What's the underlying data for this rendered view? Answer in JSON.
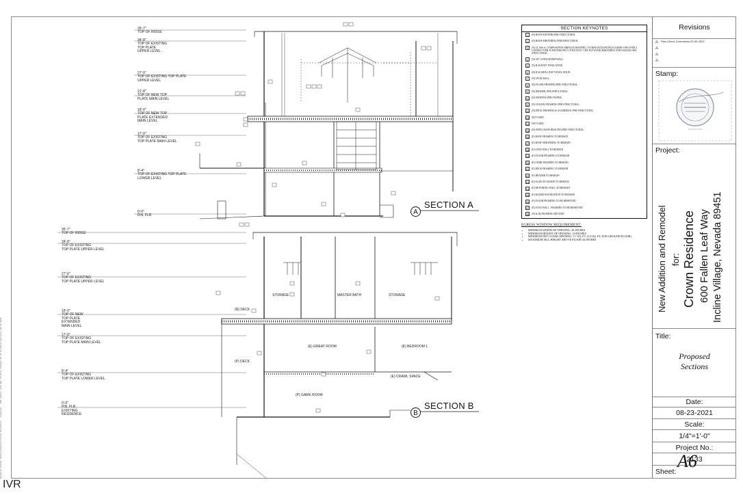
{
  "watermark": "IVR",
  "side_note": "Rendered Output Sheets/Addition/Crown Residence - Drawings - 600 Fallen Leaf Way Incline Village NV A6 Proposed Sections 08-23-2021",
  "section_a": {
    "title": "SECTION A",
    "bubble": "A",
    "elevations": [
      "35'-7\"\nTOP OF RIDGE",
      "34'-8\"\nTOP OF EXISTING\nTOP PLATE\nUPPER LEVEL",
      "27'-0\"\nTOP OF EXISTING TOP PLATE\nUPPER LEVEL",
      "21'-8\"\nTOP OF NEW TOP\nPLATE MAIN LEVEL",
      "18'-0\"\nTOP OF NEW TOP\nPLATE EXTENDED\nMAIN LEVEL",
      "17'-0\"\nTOP OF EXISTING\nTOP PLATE MAIN LEVEL",
      "8'-4\"\nTOP OF EXISTING TOP PLATE\nLOWER LEVEL",
      "0'-0\"\nFIN. FLR."
    ]
  },
  "section_b": {
    "title": "SECTION B",
    "bubble": "B",
    "elevations": [
      "35'-7\"\nTOP OF RIDGE",
      "34'-8\"\nTOP OF EXISTING\nTOP PLATE UPPER LEVEL",
      "27'-0\"\nTOP OF EXISTING\nTOP PLATE UPPER LEVEL",
      "18'-0\"\nTOP OF NEW\nTOP PLATE\nEXTENDED\nMAIN LEVEL",
      "17'-0\"\nTOP OF EXISTING\nTOP PLATE MAIN LEVEL",
      "8'-4\"\nTOP OF EXISTING\nTOP PLATE LOWER LEVEL",
      "0'-0\"\nFIN. FLR.\nEXISTING\nRESIDENCE"
    ],
    "rooms": {
      "storage_left": "STORAGE",
      "master_bath": "MASTER BATH",
      "storage_right": "STORAGE",
      "deck_n": "(N) DECK",
      "great_room": "(E) GREAT ROOM",
      "bedroom": "(E) BEDROOM 1",
      "deck_p": "(P) DECK",
      "crawl_space": "(E) CRAWL SPACE",
      "game_room": "(P) GAME ROOM"
    }
  },
  "keynotes": {
    "title": "SECTION KEYNOTES",
    "items": [
      {
        "num": "1",
        "text": "(N) ROOF RAFTERS PER STRUCTURAL"
      },
      {
        "num": "2",
        "text": "(N) ROOF SHEATHING PER STRUCTURAL"
      },
      {
        "num": "3",
        "text": "(N) CLASS A, COMPOSITION SHINGLE ROOFING, TO MATCH EXISTING ICC#ESR-1389 OVER 2 LAYERS OVER 30 POUNDS FELT OVER 19/32\" CDX PLYWOOD SHEATHING FOR NAILING SEE STRUCTURAL",
        "tall": true
      },
      {
        "num": "4",
        "text": "(N) 5/8\" GYPSUM DRYWALL"
      },
      {
        "num": "5",
        "text": "(N) R-38 BATT INSULATION"
      },
      {
        "num": "6",
        "text": "(N) R-20 (MIN.) BATT INSULATION"
      },
      {
        "num": "7",
        "text": "(N) STUD WALL"
      },
      {
        "num": "8",
        "text": "(N) FLOOR FRAMING PER STRUCTURAL"
      },
      {
        "num": "9",
        "text": "(N) HEADER, PER STRUCTURAL"
      },
      {
        "num": "10",
        "text": "(N) WINDOW, PER OWNER"
      },
      {
        "num": "11",
        "text": "(N) CEILING FRAMING PER STRUCTURAL"
      },
      {
        "num": "12",
        "text": "(N) DECK FRAMING & GUARDRAIL PER STRUCTURAL"
      },
      {
        "num": "13",
        "text": "NOT USED"
      },
      {
        "num": "14",
        "text": "NOT USED"
      },
      {
        "num": "15",
        "text": "(N) STEEL ROOF BRACING PER STRUCTURAL"
      },
      {
        "num": "16",
        "text": "(E) ROOF FRAMING TO REMAIN"
      },
      {
        "num": "17",
        "text": "(E) ROOF SHEATHING TO REMAIN"
      },
      {
        "num": "18",
        "text": "(E) STUD WALL TO REMAIN"
      },
      {
        "num": "19",
        "text": "(E) FLOOR FRAMING TO REMAIN"
      },
      {
        "num": "20",
        "text": "(E) STAIR FRAMING TO REMAIN"
      },
      {
        "num": "21",
        "text": "(E) DECK FRAMING TO REMAIN"
      },
      {
        "num": "22",
        "text": "(E) HEADER TO REMAIN"
      },
      {
        "num": "23",
        "text": "(E) SLAB ON GRADE TO REMAIN"
      },
      {
        "num": "24",
        "text": "(E) RETAINING WALL TO REMAIN"
      },
      {
        "num": "25",
        "text": "(E) RAISED FOUNDATION TO REMAIN"
      },
      {
        "num": "26",
        "text": "(E) FLOOR FRAMING TO BE REMOVED"
      },
      {
        "num": "27",
        "text": "(E) STUD WALL / FRAMING TO BE REMOVED"
      },
      {
        "num": "28",
        "text": "(N) & (E) FRAMING BEYOND"
      }
    ]
  },
  "egress": {
    "title": "EGRESS WINDOW REQUIREMENT:",
    "items": [
      "MINIMUM WIDTH OF OPENING: 20 INCHES",
      "MINIMUM HEIGHT OF OPENING: 24 INCHES",
      "MINIMUM NET CLEAR OPENING: 5.7 SQ. FT. (5.0 SQ. FT. FOR GROUND FLOOR)",
      "MAXIMUM SILL HEIGHT ABOVE FLOOR 44 INCHES"
    ]
  },
  "title_block": {
    "revisions_label": "Revisions",
    "revisions": [
      "Plan Check Corrections 03-30-2022",
      "",
      "",
      ""
    ],
    "stamp_label": "Stamp:",
    "project_label": "Project:",
    "project_lines": [
      "New Addition and Remodel",
      "for:",
      "Crown Residence",
      "600 Fallen Leaf Way",
      "Incline Village, Nevada 89451"
    ],
    "title_label": "Title:",
    "sheet_title": [
      "Proposed",
      "Sections"
    ],
    "date_label": "Date:",
    "date": "08-23-2021",
    "scale_label": "Scale:",
    "scale": "1/4\"=1'-0\"",
    "project_no_label": "Project No.:",
    "project_no": "2133",
    "sheet_label": "Sheet:",
    "sheet": "A6"
  },
  "colors": {
    "line": "#111111",
    "hatch": "#333333",
    "border": "#8a8a8a"
  }
}
